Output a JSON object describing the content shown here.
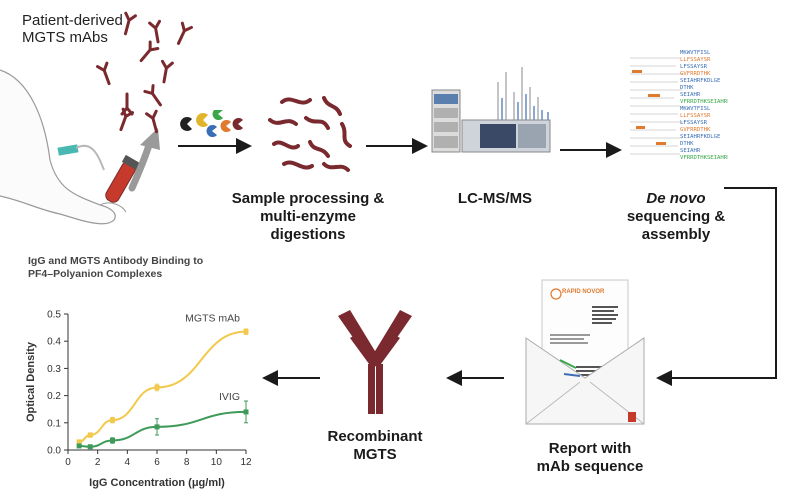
{
  "patient_label_line1": "Patient-derived",
  "patient_label_line2": "MGTS mAbs",
  "step_sample_line1": "Sample processing &",
  "step_sample_line2": "multi-enzyme",
  "step_sample_line3": "digestions",
  "step_lcms": "LC-MS/MS",
  "step_denovo_italic": "De novo",
  "step_denovo_rest": "sequencing &",
  "step_denovo_line3": "assembly",
  "step_report_line1": "Report with",
  "step_report_line2": "mAb sequence",
  "step_recombinant_line1": "Recombinant",
  "step_recombinant_line2": "MGTS",
  "figure_caption_line1": "IgG and MGTS Antibody Binding to",
  "figure_caption_line2": "PF4–Polyanion Complexes",
  "report_brand": "RAPID NOVOR",
  "sequence_fragments": [
    {
      "text": "MKWVTFISL",
      "color": "#3a6fb5"
    },
    {
      "text": "LLFSSAYSR",
      "color": "#e07a2e"
    },
    {
      "text": "LFSSAYSR",
      "color": "#3a6fb5"
    },
    {
      "text": "GVFRRDTHK",
      "color": "#e07a2e"
    },
    {
      "text": "SEIAHRFKDLGE",
      "color": "#3a6fb5"
    },
    {
      "text": "DTHK",
      "color": "#3a6fb5"
    },
    {
      "text": "SEIAHR",
      "color": "#3a6fb5"
    },
    {
      "text": "VFRRDTHKSEIAHRF",
      "color": "#3aa84a"
    },
    {
      "text": "MKWVTFISL",
      "color": "#3a6fb5"
    },
    {
      "text": "LLFSSAYSR",
      "color": "#e07a2e"
    },
    {
      "text": "LFSSAYSR",
      "color": "#3a6fb5"
    },
    {
      "text": "GVFRRDTHK",
      "color": "#e07a2e"
    },
    {
      "text": "SEIAHRFKDLGE",
      "color": "#3a6fb5"
    },
    {
      "text": "DTHK",
      "color": "#3a6fb5"
    },
    {
      "text": "SEIAHR",
      "color": "#3a6fb5"
    },
    {
      "text": "VFRRDTHKSEIAHRF",
      "color": "#3aa84a"
    }
  ],
  "colors": {
    "antibody": "#7a2a2e",
    "arrow": "#1a1a1a",
    "mgts_series": "#f2c94c",
    "ivig_series": "#3f9a5a"
  },
  "chart_data": {
    "type": "line",
    "xlabel": "IgG Concentration (μg/ml)",
    "ylabel": "Optical Density",
    "xlim": [
      0,
      12
    ],
    "ylim": [
      0,
      0.5
    ],
    "xticks": [
      0,
      2,
      4,
      6,
      8,
      10,
      12
    ],
    "yticks": [
      0.0,
      0.1,
      0.2,
      0.3,
      0.4,
      0.5
    ],
    "series": [
      {
        "name": "MGTS mAb",
        "color": "#f2c94c",
        "x": [
          0.75,
          1.5,
          3,
          6,
          12
        ],
        "y": [
          0.03,
          0.055,
          0.11,
          0.23,
          0.435
        ],
        "err": [
          0.005,
          0.008,
          0.01,
          0.012,
          0.01
        ]
      },
      {
        "name": "IVIG",
        "color": "#3f9a5a",
        "x": [
          0.75,
          1.5,
          3,
          6,
          12
        ],
        "y": [
          0.015,
          0.012,
          0.035,
          0.085,
          0.14
        ],
        "err": [
          0.004,
          0.004,
          0.01,
          0.03,
          0.04
        ]
      }
    ]
  }
}
